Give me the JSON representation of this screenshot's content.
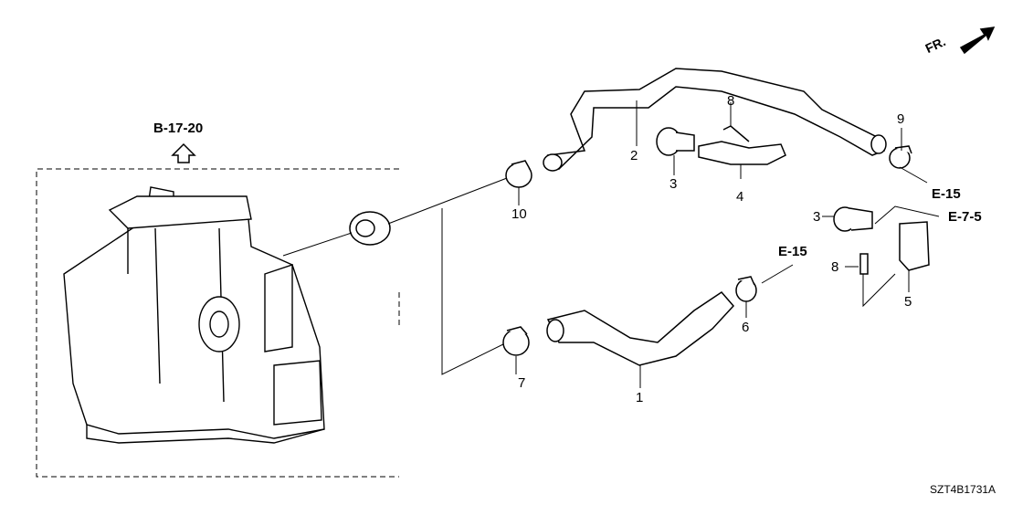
{
  "direction_marker": "FR.",
  "refs": {
    "b_17_20": "B-17-20",
    "e_15_upper": "E-15",
    "e_7_5": "E-7-5",
    "e_15_lower": "E-15"
  },
  "callouts": {
    "part_1": "1",
    "part_2": "2",
    "part_3_upper": "3",
    "part_3_lower": "3",
    "part_4": "4",
    "part_5": "5",
    "part_6": "6",
    "part_7": "7",
    "part_8_upper": "8",
    "part_8_lower": "8",
    "part_9": "9",
    "part_10": "10"
  },
  "diagram_code": "SZT4B1731A"
}
